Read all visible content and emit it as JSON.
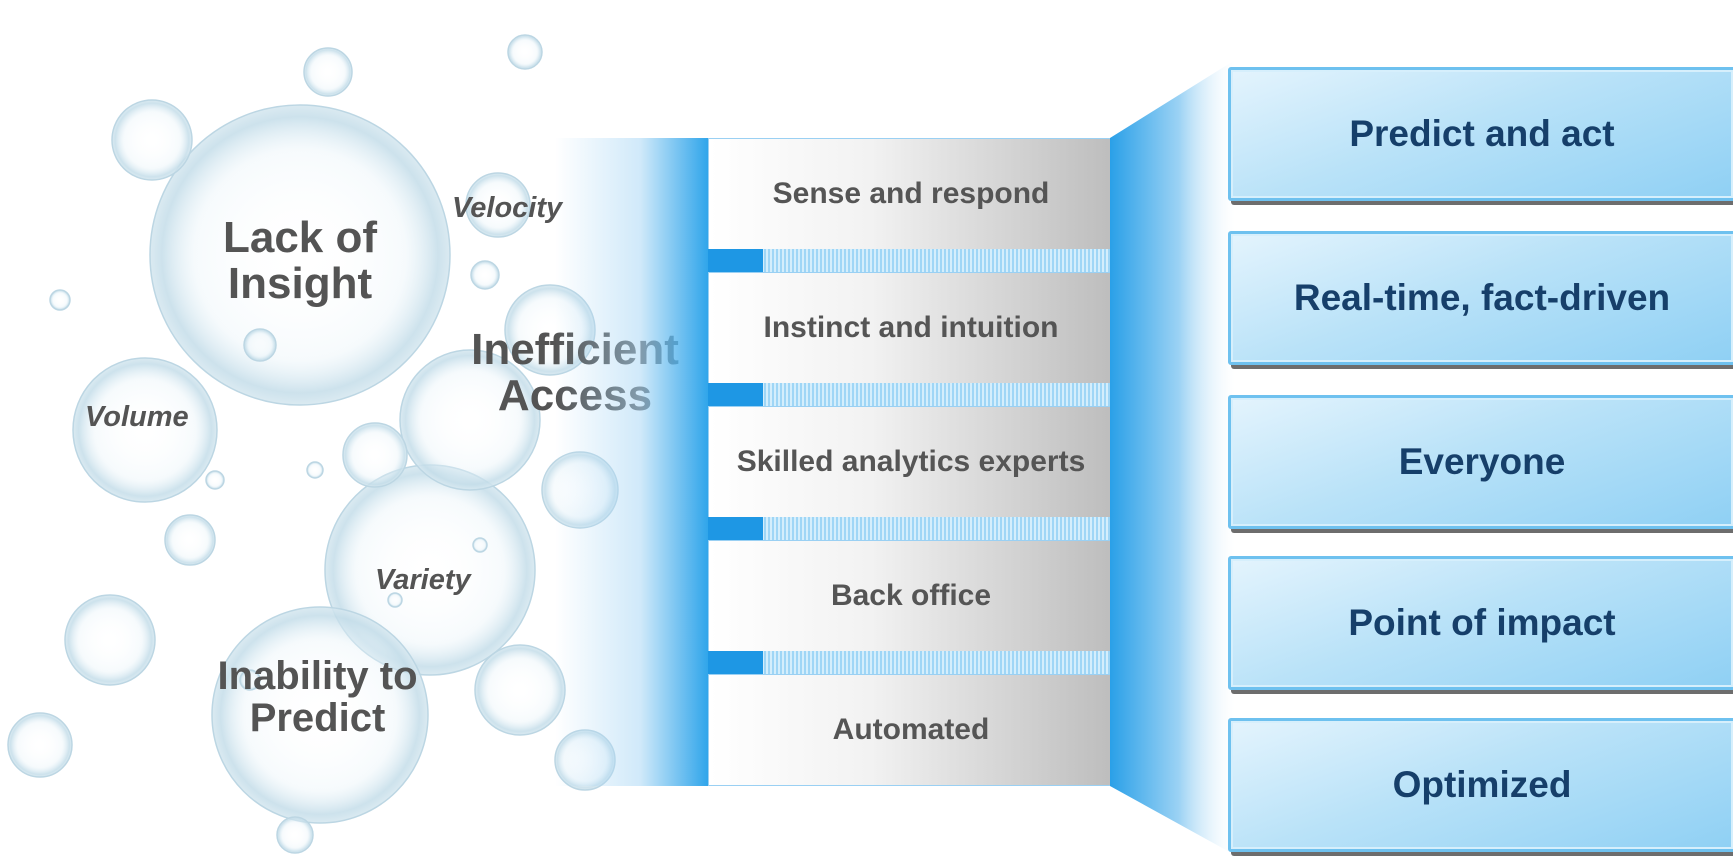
{
  "left": {
    "themes": [
      "Lack of Insight",
      "Inefficient Access",
      "Inability to Predict"
    ],
    "v_words": [
      "Velocity",
      "Volume",
      "Variety"
    ]
  },
  "middle": {
    "items": [
      "Sense and respond",
      "Instinct and intuition",
      "Skilled analytics experts",
      "Back office",
      "Automated"
    ]
  },
  "right": {
    "items": [
      "Predict and act",
      "Real-time, fact-driven",
      "Everyone",
      "Point of impact",
      "Optimized"
    ]
  },
  "colors": {
    "accent_blue": "#2ba3ea",
    "right_text": "#163f6a",
    "gray_text": "#545454"
  }
}
